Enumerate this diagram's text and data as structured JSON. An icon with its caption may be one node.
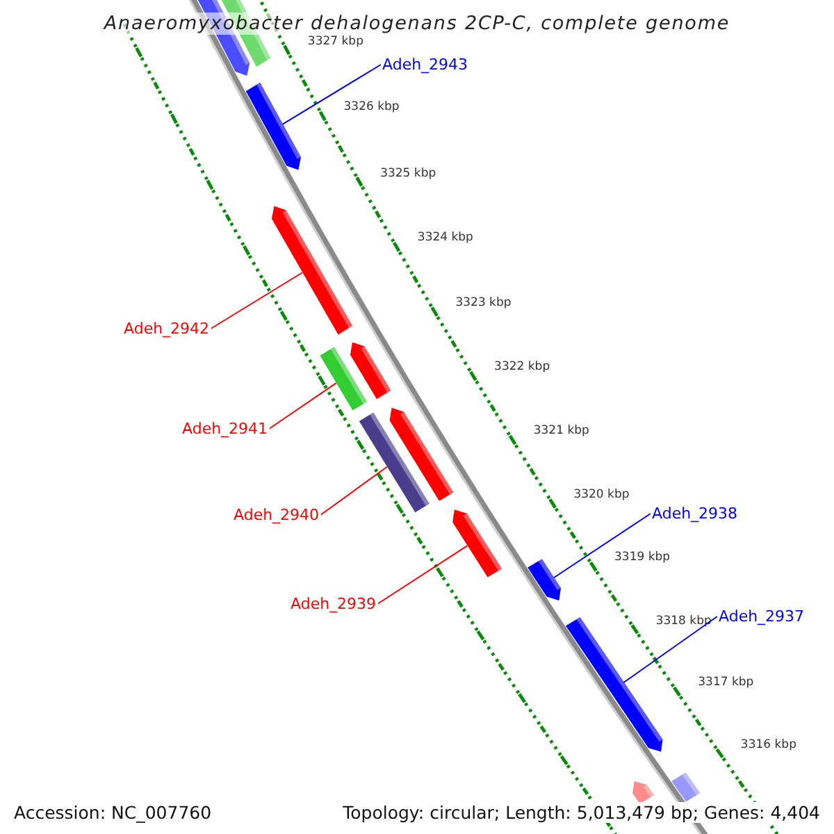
{
  "diagram": {
    "title": "Anaeromyxobacter dehalogenans 2CP-C, complete genome",
    "nodes": [
      {
        "text": [
          "Adeh_2943"
        ]
      },
      {
        "text": [
          "Adeh_2942"
        ]
      },
      {
        "text": [
          "Adeh_2941"
        ]
      },
      {
        "text": [
          "Adeh_2940"
        ]
      },
      {
        "text": [
          "Adeh_2939"
        ]
      },
      {
        "text": [
          "Adeh_2938"
        ]
      },
      {
        "text": [
          "Adeh_2937"
        ]
      },
      {
        "text": [],
        "shape": "bar"
      },
      {
        "text": [],
        "shape": "bar"
      },
      {
        "text": [],
        "shape": "bar"
      },
      {
        "text": [],
        "shape": "bar"
      },
      {
        "text": [],
        "shape": "bar"
      },
      {
        "text": [],
        "shape": "bar"
      },
      {
        "text": [],
        "shape": "bar"
      },
      {
        "text": [],
        "shape": "bar"
      },
      {
        "text": [],
        "shape": "bar"
      },
      {
        "text": [],
        "shape": "bar"
      },
      {
        "text": [],
        "shape": "bar"
      },
      {
        "text": [],
        "shape": "bar"
      },
      {
        "text": [],
        "shape": "bar"
      }
    ],
    "edges": [
      {
        "from": 0,
        "to": 7,
        "arrow": "none",
        "color": "#0000ff"
      },
      {
        "from": 1,
        "to": 8,
        "arrow": "none"
      },
      {
        "from": 2,
        "to": 9,
        "arrow": "none"
      },
      {
        "from": 3,
        "to": 10,
        "arrow": "none"
      },
      {
        "from": 4,
        "to": 11,
        "arrow": "none"
      },
      {
        "from": 5,
        "to": 12,
        "arrow": "none",
        "color": "#0000ff"
      },
      {
        "from": 6,
        "to": 13,
        "arrow": "none",
        "color": "#0000ff"
      }
    ],
    "labels": [
      "3327 kbp",
      "3326 kbp",
      "3325 kbp",
      "3324 kbp",
      "3323 kbp",
      "3322 kbp",
      "3321 kbp",
      "3320 kbp",
      "3319 kbp",
      "3318 kbp",
      "3317 kbp",
      "3316 kbp",
      "Accession: NC_007760",
      "Topology: circular; Length: 5,013,479 bp; Genes: 4,404"
    ]
  }
}
